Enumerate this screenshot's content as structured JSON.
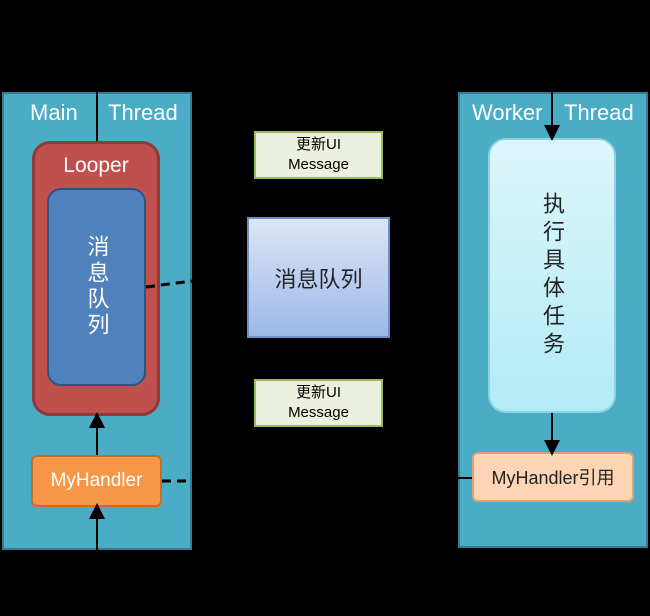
{
  "main_thread": {
    "label_left": "Main",
    "label_right": "Thread",
    "looper_label": "Looper",
    "queue_label": "消息队列",
    "handler_label": "MyHandler"
  },
  "worker_thread": {
    "label_left": "Worker",
    "label_right": "Thread",
    "task_label": "执行具体任务",
    "handler_ref_label": "MyHandler引用"
  },
  "center": {
    "message_top": {
      "line1": "更新UI",
      "line2": "Message"
    },
    "queue_label": "消息队列",
    "message_bottom": {
      "line1": "更新UI",
      "line2": "Message"
    }
  },
  "colors": {
    "panel": "#4bacc6",
    "looper": "#c0504d",
    "queue_inner": "#4f81bd",
    "handler": "#f79646",
    "handler_ref": "#fcd5b4",
    "message": "#ebf1de",
    "background": "#000000"
  }
}
